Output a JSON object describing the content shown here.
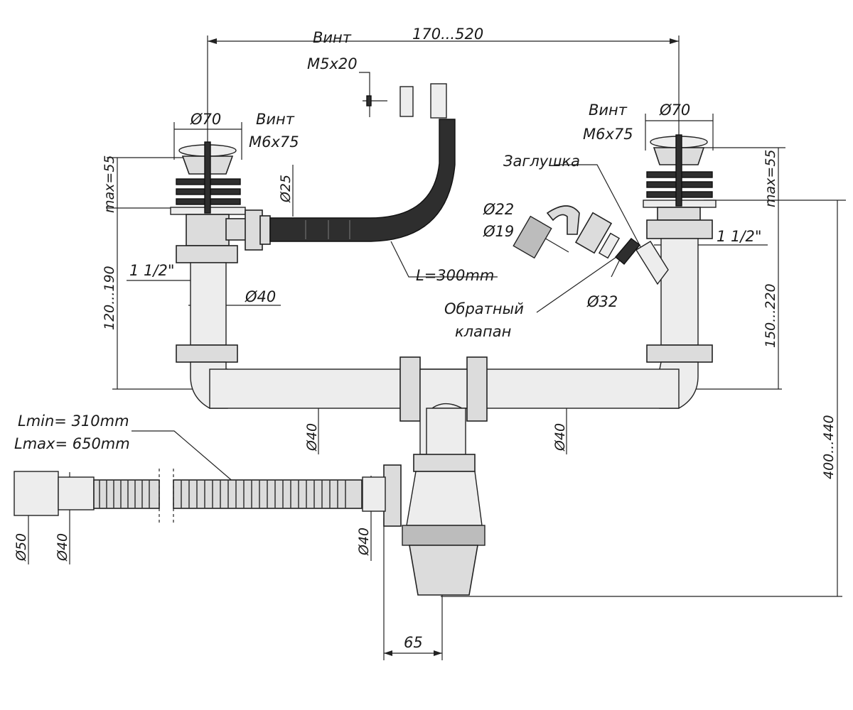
{
  "labels": {
    "screw_top": "Винт",
    "screw_top_size": "M5x20",
    "overall_width": "170...520",
    "left_diameter": "Ø70",
    "left_screw": "Винт",
    "left_screw_size": "M6x75",
    "right_diameter": "Ø70",
    "right_screw": "Винт",
    "right_screw_size": "M6x75",
    "plug": "Заглушка",
    "left_max": "max=55",
    "right_max": "max=55",
    "hose_diameter": "Ø25",
    "d22": "Ø22",
    "d19": "Ø19",
    "hose_length": "L=300mm",
    "left_thread": "1 1/2\"",
    "right_thread": "1 1/2\"",
    "left_height": "120...190",
    "right_height": "150...220",
    "left_pipe_d": "Ø40",
    "d32": "Ø32",
    "check_valve_1": "Обратный",
    "check_valve_2": "клапан",
    "pipe_d_left": "Ø40",
    "pipe_d_right": "Ø40",
    "lmin": "Lmin= 310mm",
    "lmax": "Lmax= 650mm",
    "d50": "Ø50",
    "d40_corr": "Ø40",
    "d40_siphon": "Ø40",
    "total_height": "400...440",
    "offset": "65"
  },
  "colors": {
    "ink": "#1a1a1a",
    "hose": "#2e2e2e",
    "body": "#dcdcdc"
  }
}
